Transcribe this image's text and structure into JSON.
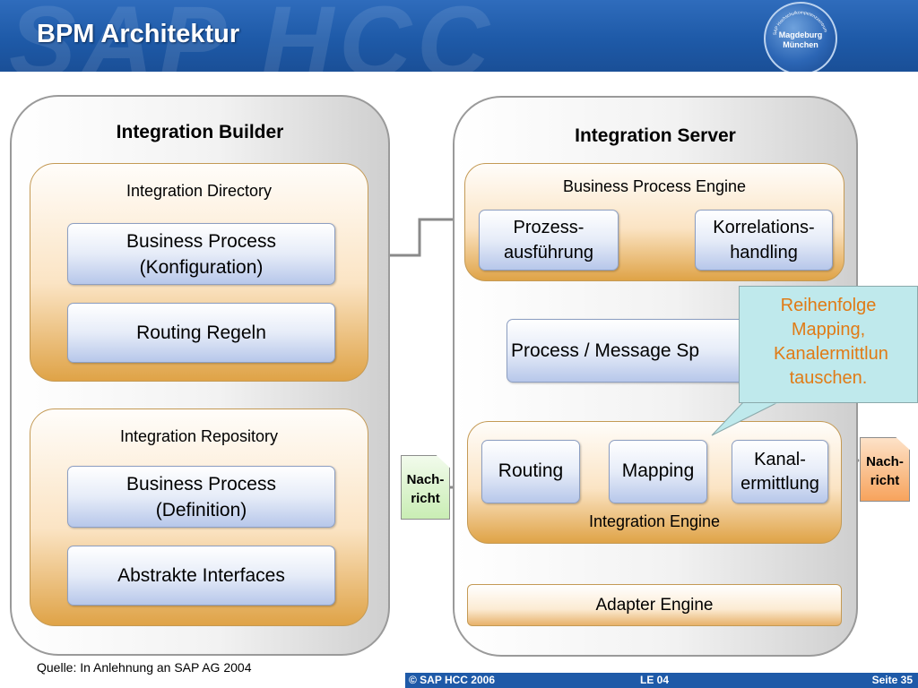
{
  "header": {
    "title": "BPM Architektur",
    "watermark": "SAP HCC",
    "badge": {
      "ring_text": "SAP Hochschulkompetenzzentrum",
      "city_line1": "Magdeburg",
      "city_line2": "München"
    }
  },
  "builder": {
    "title": "Integration Builder",
    "directory": {
      "title": "Integration Directory",
      "items": [
        {
          "label_line1": "Business Process",
          "label_line2": "(Konfiguration)"
        },
        {
          "label": "Routing Regeln"
        }
      ]
    },
    "repository": {
      "title": "Integration Repository",
      "items": [
        {
          "label_line1": "Business Process",
          "label_line2": "(Definition)"
        },
        {
          "label": "Abstrakte Interfaces"
        }
      ]
    }
  },
  "server": {
    "title": "Integration Server",
    "bpe": {
      "title": "Business Process Engine",
      "process_execution": {
        "line1": "Prozess-",
        "line2": "ausführung"
      },
      "correlation": {
        "line1": "Korrelations-",
        "line2": "handling"
      }
    },
    "message_bus": "Process / Message Sp",
    "integration_engine": {
      "title": "Integration Engine",
      "routing": "Routing",
      "mapping": "Mapping",
      "channel": {
        "line1": "Kanal-",
        "line2": "ermittlung"
      }
    },
    "adapter_engine": "Adapter Engine"
  },
  "messages": {
    "incoming": {
      "line1": "Nach-",
      "line2": "richt",
      "color": "#c9edb4"
    },
    "outgoing": {
      "line1": "Nach-",
      "line2": "richt",
      "color": "#f7a35c"
    }
  },
  "callout": {
    "lines": [
      "Reihenfolge",
      "Mapping,",
      "Kanalermittlun",
      "tauschen."
    ]
  },
  "source": "Quelle: In Anlehnung an SAP AG 2004",
  "footer": {
    "copyright": "© SAP HCC 2006",
    "unit": "LE 04",
    "page": "Seite 35"
  },
  "colors": {
    "header_blue": "#1e5aa8",
    "group_orange": "#dfa347",
    "box_blue": "#b7c7ea",
    "callout_bg": "#bfe9ec",
    "callout_text": "#e07b16",
    "connector": "#8a8a8a"
  }
}
